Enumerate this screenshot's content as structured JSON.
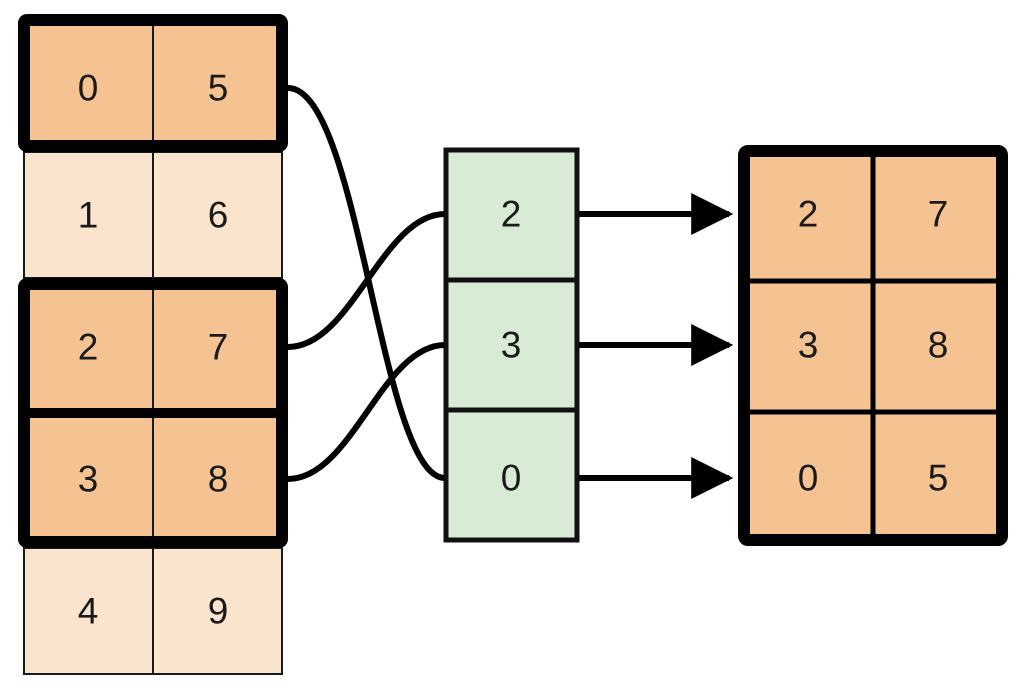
{
  "diagram": {
    "title": "array-gather-scatter-diagram",
    "colors": {
      "highlight_orange": "#F5C392",
      "pale_orange": "#FBE4CD",
      "green": "#D8EBD4",
      "border_thick": "#000000",
      "border_thin": "#1a1a1a",
      "background": "#FFFFFF",
      "text": "#1a1a1a"
    },
    "source_table": {
      "name": "source-table",
      "columns": 2,
      "rows": [
        {
          "index": 0,
          "key": "0",
          "value": "5",
          "highlighted": true
        },
        {
          "index": 1,
          "key": "1",
          "value": "6",
          "highlighted": false
        },
        {
          "index": 2,
          "key": "2",
          "value": "7",
          "highlighted": true
        },
        {
          "index": 3,
          "key": "3",
          "value": "8",
          "highlighted": true
        },
        {
          "index": 4,
          "key": "4",
          "value": "9",
          "highlighted": false
        }
      ]
    },
    "index_column": {
      "name": "index-column",
      "cells": [
        {
          "index": 0,
          "value": "2"
        },
        {
          "index": 1,
          "value": "3"
        },
        {
          "index": 2,
          "value": "0"
        }
      ]
    },
    "result_table": {
      "name": "result-table",
      "columns": 2,
      "rows": [
        {
          "index": 0,
          "key": "2",
          "value": "7"
        },
        {
          "index": 1,
          "key": "3",
          "value": "8"
        },
        {
          "index": 2,
          "key": "0",
          "value": "5"
        }
      ]
    },
    "connectors": [
      {
        "name": "connector-row0-to-index2",
        "from_row": 0,
        "to_index_cell": 2
      },
      {
        "name": "connector-row2-to-index0",
        "from_row": 2,
        "to_index_cell": 0
      },
      {
        "name": "connector-row3-to-index1",
        "from_row": 3,
        "to_index_cell": 1
      }
    ],
    "arrows": [
      {
        "name": "arrow-index0-to-result0",
        "from_index_cell": 0,
        "to_result_row": 0
      },
      {
        "name": "arrow-index1-to-result1",
        "from_index_cell": 1,
        "to_result_row": 1
      },
      {
        "name": "arrow-index2-to-result2",
        "from_index_cell": 2,
        "to_result_row": 2
      }
    ]
  }
}
